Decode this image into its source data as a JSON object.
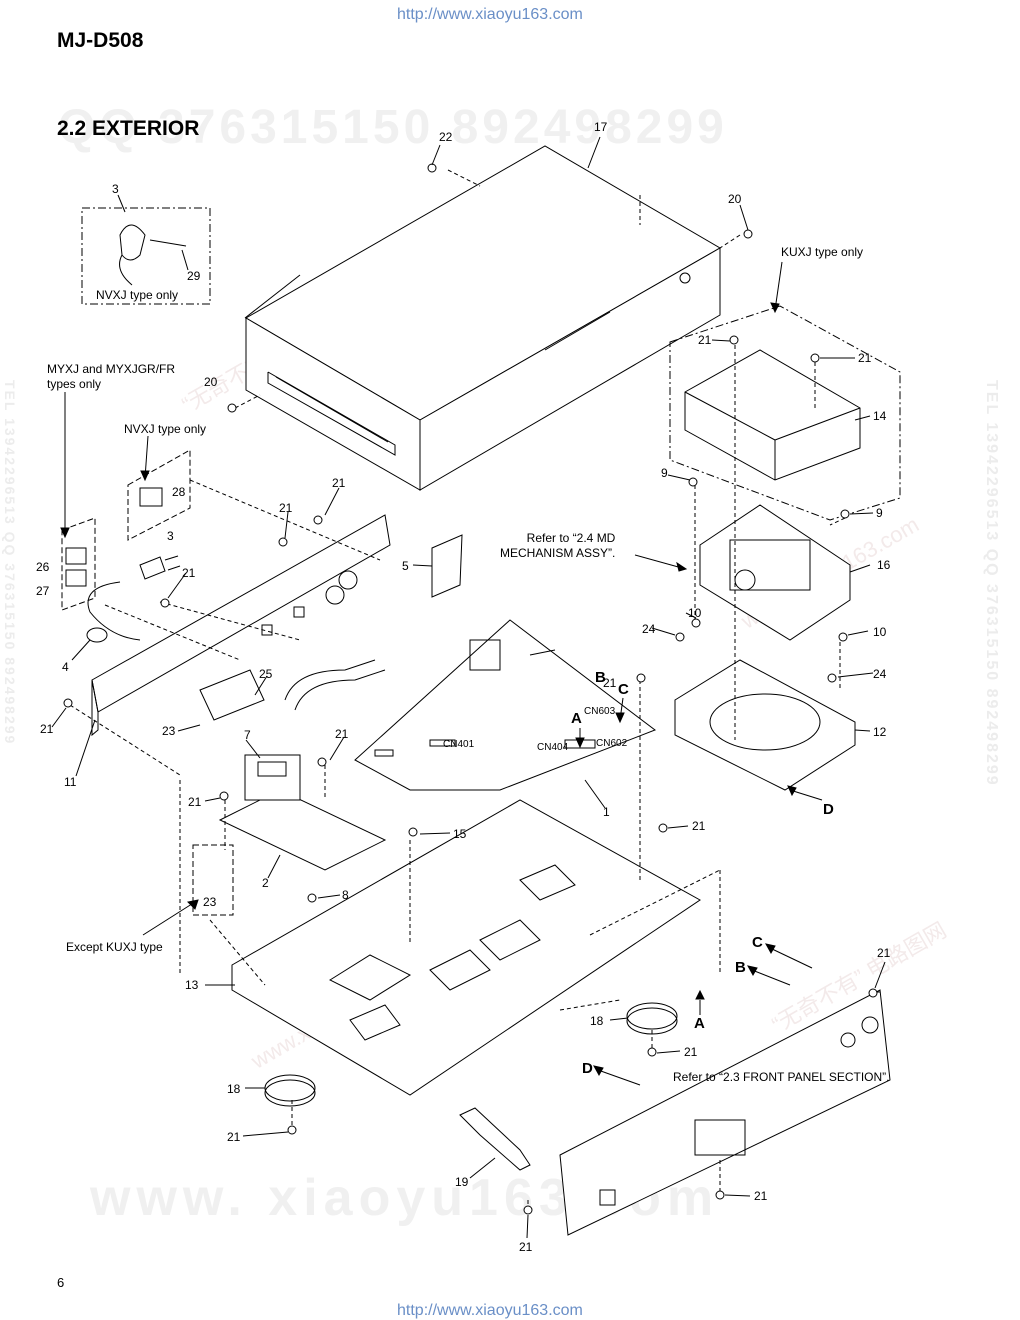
{
  "header": {
    "url_top": "http://www.xiaoyu163.com",
    "model": "MJ-D508",
    "section_title": "2.2 EXTERIOR"
  },
  "footer": {
    "page_number": "6",
    "url_bottom": "http://www.xiaoyu163.com"
  },
  "watermarks": {
    "qq_line": "QQ 376315150  892498299",
    "bottom": "www. xiaoyu163.com",
    "side_right": "TEL 13942296513  QQ 376315150  892498299",
    "side_left": "TEL 13942296513  QQ 376315150  892498299",
    "diag_1": "www.xiaoyu163.com",
    "diag_2": "“无奇不有” 电路图网"
  },
  "notes": {
    "nvxj_plug": "NVXJ type only",
    "myxj": "MYXJ and MYXJGR/FR\ntypes only",
    "nvxj_label": "NVXJ type only",
    "kuxj": "KUXJ type only",
    "md_mech": "Refer to “2.4 MD\nMECHANISM ASSY”.",
    "except_kuxj": "Except KUXJ type",
    "front_panel": "Refer to “2.3 FRONT PANEL SECTION”."
  },
  "connectors": {
    "cn401": "CN401",
    "cn404": "CN404",
    "cn602": "CN602",
    "cn603": "CN603"
  },
  "letters": {
    "a1": "A",
    "b1": "B",
    "c1": "C",
    "d1": "D",
    "a2": "A",
    "b2": "B",
    "c2": "C",
    "d2": "D"
  },
  "part_labels": {
    "p22": "22",
    "p17": "17",
    "p3a": "3",
    "p29": "29",
    "p20a": "20",
    "p20b": "20",
    "p21a": "21",
    "p21b": "21",
    "p14": "14",
    "p28": "28",
    "p21c": "21",
    "p21d": "21",
    "p9a": "9",
    "p9b": "9",
    "p3b": "3",
    "p26": "26",
    "p27": "27",
    "p21e": "21",
    "p5": "5",
    "p16": "16",
    "p4": "4",
    "p10a": "10",
    "p24a": "24",
    "p10b": "10",
    "p24b": "24",
    "p21f": "21",
    "p25": "25",
    "p12": "12",
    "p21g": "21",
    "p23a": "23",
    "p7": "7",
    "p21h": "21",
    "p11": "11",
    "p21i": "21",
    "p1": "1",
    "p15": "15",
    "p21j": "21",
    "p2": "2",
    "p8": "8",
    "p23b": "23",
    "p13": "13",
    "p21k": "21",
    "p18a": "18",
    "p21l": "21",
    "p18b": "18",
    "p21m": "21",
    "p19": "19",
    "p21n": "21",
    "p21o": "21"
  }
}
